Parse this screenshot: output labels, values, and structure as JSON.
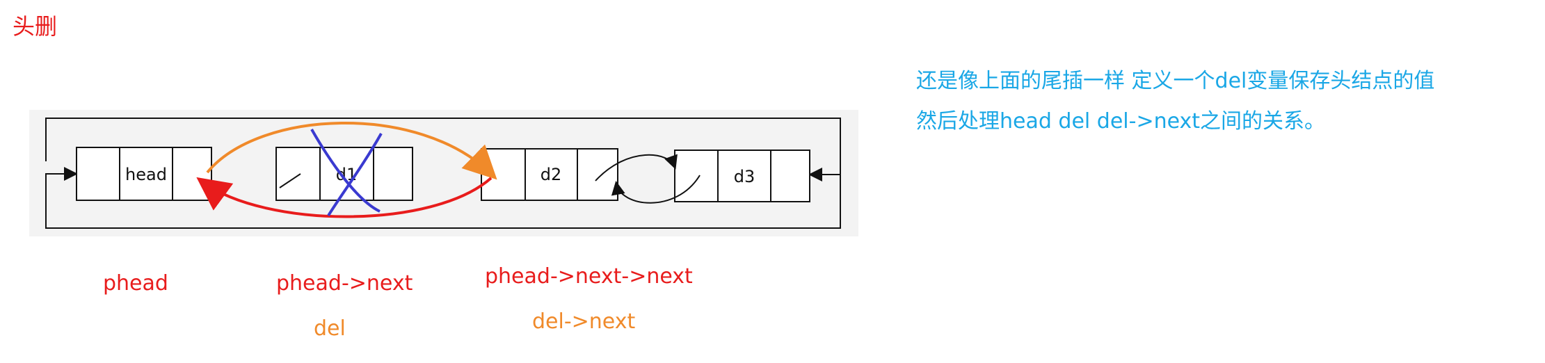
{
  "title": "头删",
  "nodes": [
    "head",
    "d1",
    "d2",
    "d3"
  ],
  "labels": {
    "phead": "phead",
    "phead_next": "phead->next",
    "del": "del",
    "phead_next_next": "phead->next->next",
    "del_next": "del->next"
  },
  "note": {
    "line1": "还是像上面的尾插一样 定义一个del变量保存头结点的值",
    "line2": "然后处理head del del->next之间的关系。"
  },
  "colors": {
    "title": "#e81c1c",
    "label_red": "#e81c1c",
    "label_orange": "#f08a2a",
    "note": "#1aa7e6",
    "arc_orange": "#f08a2a",
    "arc_red": "#e81c1c",
    "cross": "#3a3ad0"
  }
}
